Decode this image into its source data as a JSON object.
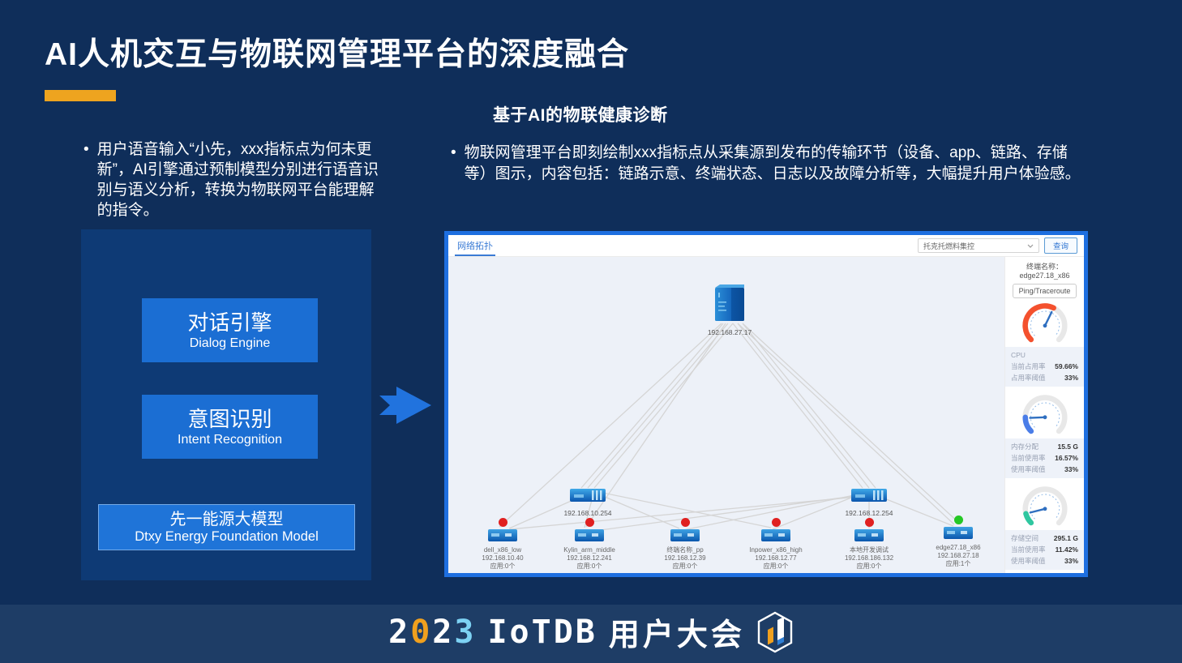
{
  "slide": {
    "title": "AI人机交互与物联网管理平台的深度融合",
    "bullet_glyph": "•",
    "left_bullet": "用户语音输入“小先，xxx指标点为何未更新”，AI引擎通过预制模型分别进行语音识别与语义分析，转换为物联网平台能理解的指令。",
    "right_heading": "基于AI的物联健康诊断",
    "right_bullet": "物联网管理平台即刻绘制xxx指标点从采集源到发布的传输环节（设备、app、链路、存储等）图示，内容包括：链路示意、终端状态、日志以及故障分析等，大幅提升用户体验感。"
  },
  "colors": {
    "background": "#0f2e5a",
    "footer_band": "#1e3d66",
    "accent_yellow": "#eea41f",
    "box_blue": "#1b6ed3",
    "dashboard_border": "#1e6fe0",
    "status_red": "#e02020",
    "status_green": "#25c825",
    "gauge_cpu": "#f4512e",
    "gauge_memory": "#4a7de8",
    "gauge_storage": "#2fc7a0"
  },
  "pipeline": {
    "boxes": [
      {
        "zh": "对话引擎",
        "en": "Dialog Engine"
      },
      {
        "zh": "意图识别",
        "en": "Intent Recognition"
      },
      {
        "zh": "先一能源大模型",
        "en": "Dtxy Energy Foundation Model"
      }
    ]
  },
  "dashboard": {
    "tab": "网络拓扑",
    "filter_value": "托克托燃料集控",
    "query_button": "查询",
    "terminal_label": "终端名称：edge27.18_x86",
    "ping_button": "Ping/Traceroute",
    "gauges": [
      {
        "name": "CPU",
        "percent": 59.66,
        "rows": [
          {
            "label": "CPU",
            "value": ""
          },
          {
            "label": "当前占用率",
            "value": "59.66%"
          },
          {
            "label": "占用率阈值",
            "value": "33%"
          }
        ]
      },
      {
        "name": "内存",
        "percent": 16.57,
        "rows": [
          {
            "label": "内存分配",
            "value": "15.5 G"
          },
          {
            "label": "当前使用率",
            "value": "16.57%"
          },
          {
            "label": "使用率阈值",
            "value": "33%"
          }
        ]
      },
      {
        "name": "存储",
        "percent": 11.42,
        "rows": [
          {
            "label": "存储空间",
            "value": "295.1 G"
          },
          {
            "label": "当前使用率",
            "value": "11.42%"
          },
          {
            "label": "使用率阈值",
            "value": "33%"
          }
        ]
      }
    ],
    "topology": {
      "server": {
        "ip": "192.168.27.17"
      },
      "switches": [
        {
          "ip": "192.168.10.254"
        },
        {
          "ip": "192.168.12.254"
        }
      ],
      "devices": [
        {
          "name": "dell_x86_low",
          "ip": "192.168.10.40",
          "apps": "应用:0个",
          "status": "red"
        },
        {
          "name": "Kylin_arm_middle",
          "ip": "192.168.12.241",
          "apps": "应用:0个",
          "status": "red"
        },
        {
          "name": "终端名称_pp",
          "ip": "192.168.12.39",
          "apps": "应用:0个",
          "status": "red"
        },
        {
          "name": "Inpower_x86_high",
          "ip": "192.168.12.77",
          "apps": "应用:0个",
          "status": "red"
        },
        {
          "name": "本地开发调试",
          "ip": "192.168.186.132",
          "apps": "应用:0个",
          "status": "red"
        },
        {
          "name": "edge27.18_x86",
          "ip": "192.168.27.18",
          "apps": "应用:1个",
          "status": "green"
        }
      ]
    }
  },
  "footer": {
    "year": {
      "c1": "2",
      "c2": "0",
      "c3": "2",
      "c4": "3"
    },
    "brand": "IoTDB",
    "event": "用户大会"
  }
}
